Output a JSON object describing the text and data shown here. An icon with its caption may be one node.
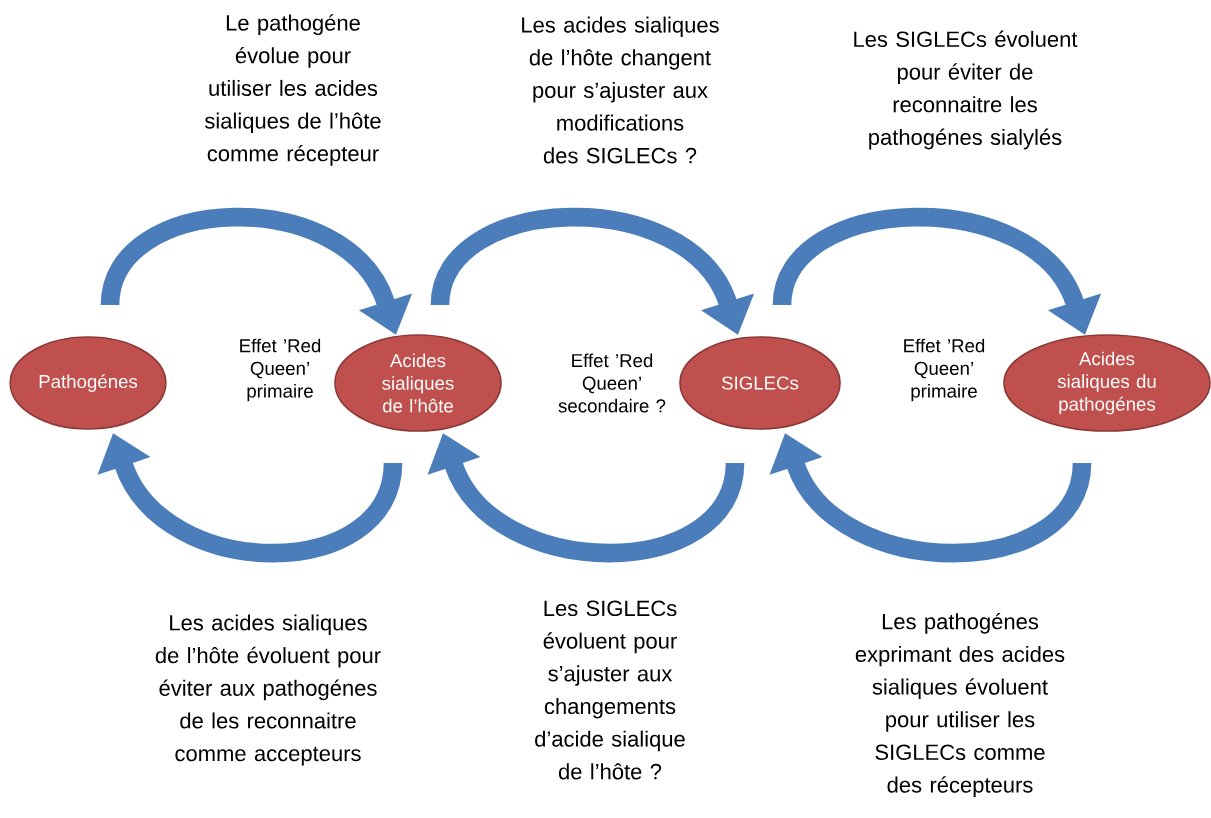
{
  "diagram": {
    "nodes": [
      {
        "text": [
          "Pathogénes"
        ]
      },
      {
        "text": [
          "Acides sialiques de l’hôte"
        ]
      },
      {
        "text": [
          "SIGLECs"
        ]
      },
      {
        "text": [
          "Acides sialiques du pathogénes"
        ]
      }
    ],
    "edges": [
      {
        "from": 0,
        "to": 1,
        "arrow": "to",
        "label": "Le pathogéne évolue pour utiliser les acides sialiques de l’hôte comme récepteur"
      },
      {
        "from": 1,
        "to": 2,
        "arrow": "to",
        "label": "Les acides sialiques de l’hôte changent pour s’ajuster aux modifications des SIGLECs ?"
      },
      {
        "from": 2,
        "to": 3,
        "arrow": "to",
        "label": "Les SIGLECs évoluent pour éviter de reconnaitre les pathogénes sialylés"
      },
      {
        "from": 1,
        "to": 0,
        "arrow": "to",
        "label": "Les acides sialiques de l’hôte évoluent pour éviter aux pathogénes de les reconnaitre comme accepteurs"
      },
      {
        "from": 2,
        "to": 1,
        "arrow": "to",
        "label": "Les SIGLECs évoluent pour s’ajuster aux changements d’acide sialique de l’hôte ?"
      },
      {
        "from": 3,
        "to": 2,
        "arrow": "to",
        "label": "Les pathogénes exprimant des acides sialiques évoluent pour utiliser les SIGLECs comme des récepteurs"
      }
    ],
    "labels": [
      "Effet ’Red Queen’ primaire",
      "Effet ’Red Queen’ secondaire ?",
      "Effet ’Red Queen’ primaire"
    ]
  }
}
